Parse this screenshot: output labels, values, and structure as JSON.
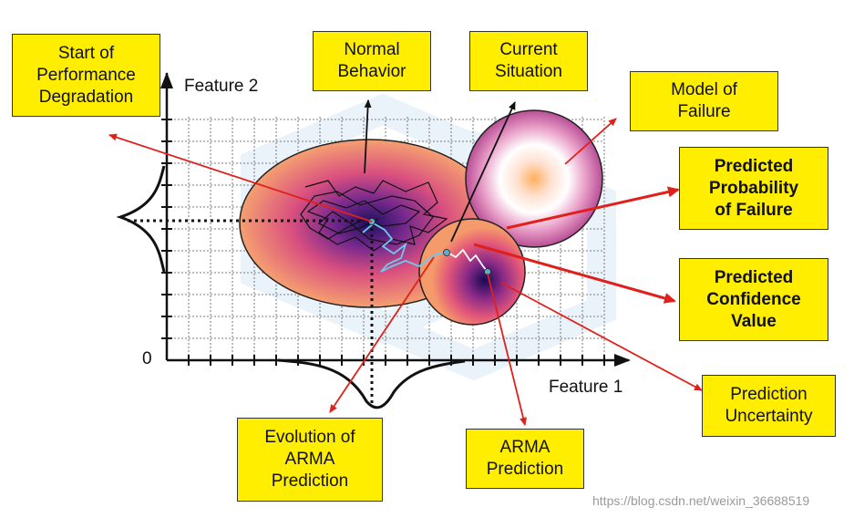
{
  "labels": {
    "start_degradation": "Start of\nPerformance\nDegradation",
    "normal_behavior": "Normal\nBehavior",
    "current_situation": "Current\nSituation",
    "model_failure": "Model of\nFailure",
    "predicted_probability": "Predicted\nProbability\nof Failure",
    "predicted_confidence": "Predicted\nConfidence\nValue",
    "prediction_uncertainty": "Prediction\nUncertainty",
    "arma_prediction": "ARMA\nPrediction",
    "evolution_arma": "Evolution of\nARMA\nPrediction"
  },
  "axes": {
    "feature1": "Feature 1",
    "feature2": "Feature 2",
    "origin": "0"
  },
  "watermark": "https://blog.csdn.net/weixin_36688519",
  "colors": {
    "box_fill": "#ffee00",
    "arrow_red": "#e0201b",
    "trajectory_blue": "#6fc8f0"
  }
}
